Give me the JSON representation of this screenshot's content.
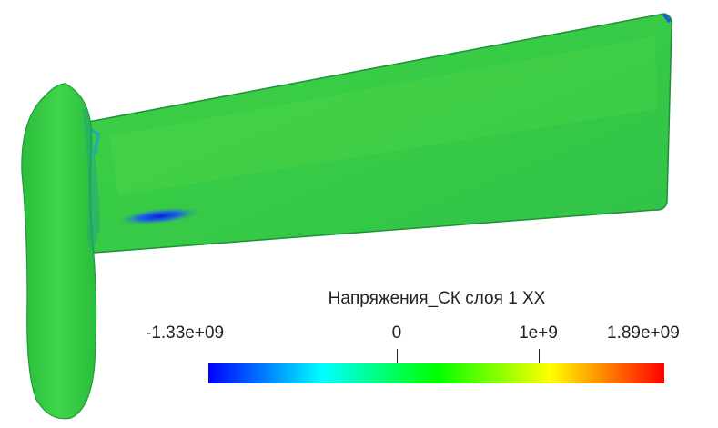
{
  "legend": {
    "title": "Напряжения_СК слоя 1 XX",
    "ticks": [
      {
        "label": "-1.33e+09",
        "value": -1330000000
      },
      {
        "label": "0",
        "value": 0
      },
      {
        "label": "1e+9",
        "value": 1000000000
      },
      {
        "label": "1.89e+09",
        "value": 1890000000
      }
    ],
    "min": -1330000000,
    "max": 1890000000,
    "colormap": [
      "#0000ff",
      "#00ffff",
      "#00ff00",
      "#ffff00",
      "#ff0000"
    ]
  },
  "colors": {
    "model_base": "#33cc3f",
    "model_light": "#5ed94a",
    "model_stress_low": "#1a3cd9",
    "model_edge": "#1d8a3a"
  }
}
